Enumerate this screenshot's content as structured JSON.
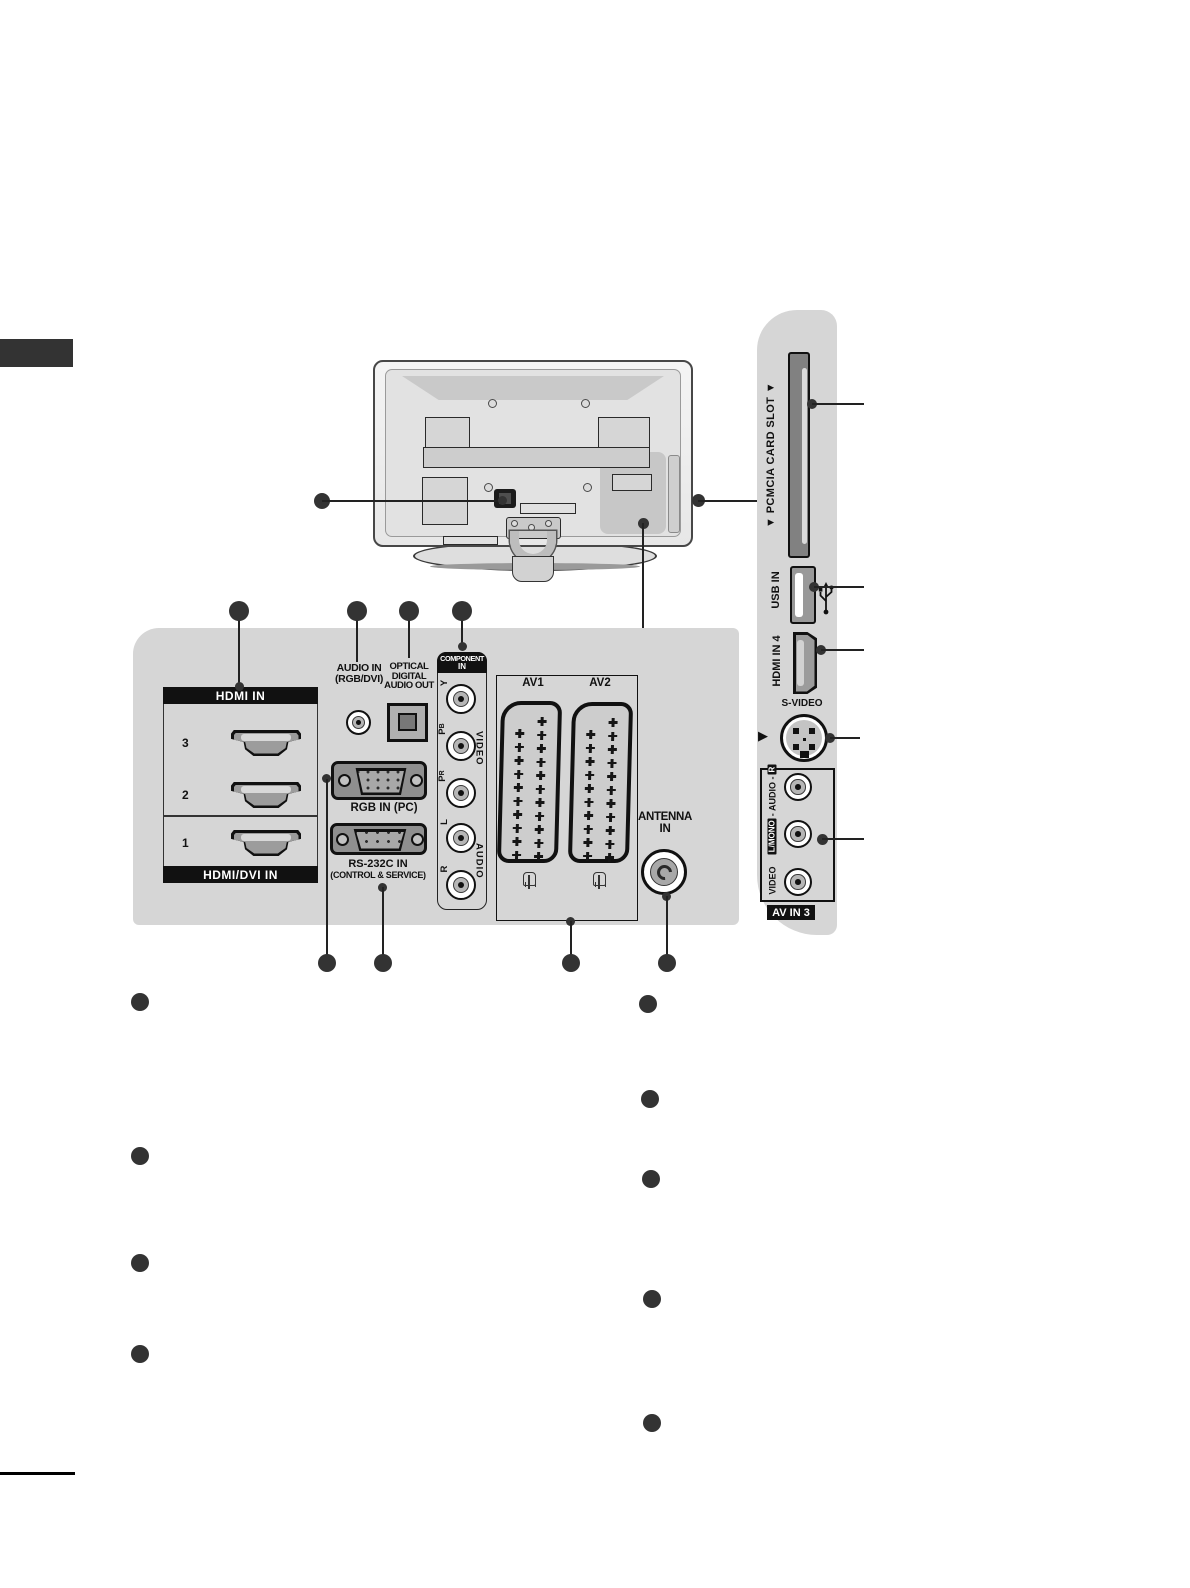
{
  "colors": {
    "panel_gray": "#d6d6d6",
    "label_bar_black": "#111111",
    "callout_dot": "#333333",
    "port_gray": "#9c9c9c"
  },
  "side_panel": {
    "pcmcia_label": "▼ PCMCIA CARD SLOT ▼",
    "usb_label": "USB IN",
    "hdmi4_label": "HDMI IN 4",
    "svideo_label": "S-VIDEO",
    "svideo_arrow": "▶",
    "av3": {
      "r": "R",
      "audio": "- AUDIO -",
      "l_mono": "L/MONO",
      "video": "VIDEO",
      "title": "AV IN 3"
    }
  },
  "rear_panel": {
    "hdmi": {
      "header": "HDMI IN",
      "footer": "HDMI/DVI IN",
      "ports": [
        "3",
        "2",
        "1"
      ]
    },
    "audio_in": {
      "line1": "AUDIO IN",
      "line2": "(RGB/DVI)"
    },
    "optical": {
      "line1": "OPTICAL",
      "line2": "DIGITAL",
      "line3": "AUDIO OUT"
    },
    "rgb": "RGB IN (PC)",
    "rs232": {
      "line1": "RS-232C IN",
      "line2": "(CONTROL & SERVICE)"
    },
    "component": {
      "title1": "COMPONENT",
      "title2": "IN",
      "jacks": [
        {
          "main": "Y",
          "sub": ""
        },
        {
          "main": "P",
          "sub": "B"
        },
        {
          "main": "P",
          "sub": "R"
        },
        {
          "main": "L",
          "sub": ""
        },
        {
          "main": "R",
          "sub": ""
        }
      ],
      "group_video": "VIDEO",
      "group_audio": "AUDIO"
    },
    "scart": {
      "av1": "AV1",
      "av2": "AV2"
    },
    "antenna": {
      "line1": "ANTENNA",
      "line2": "IN"
    }
  }
}
